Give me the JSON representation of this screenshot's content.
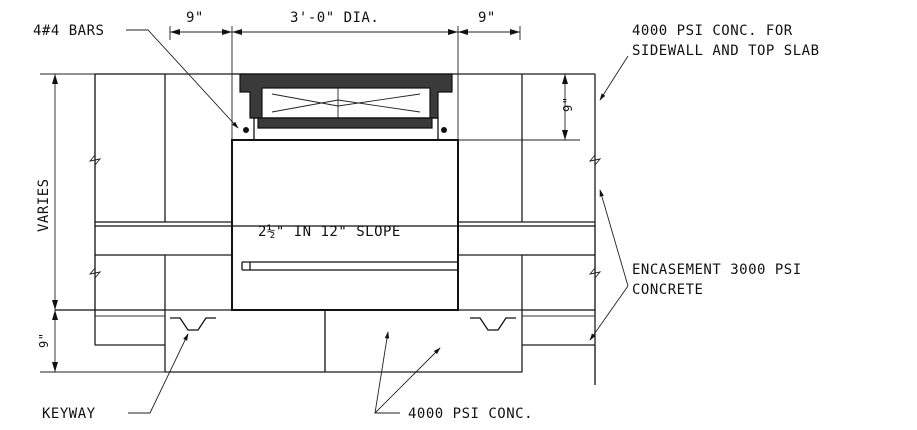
{
  "labels": {
    "bars": "4#4 BARS",
    "dim_left": "9\"",
    "dim_center": "3'-0\" DIA.",
    "dim_right": "9\"",
    "conc_note_1": "4000 PSI CONC. FOR",
    "conc_note_2": "SIDEWALL AND TOP SLAB",
    "dim_slab": "9\"",
    "varies": "VARIES",
    "slope": "2½\" IN 12\" SLOPE",
    "encase_1": "ENCASEMENT 3000 PSI",
    "encase_2": "CONCRETE",
    "dim_bottom": "9\"",
    "keyway": "KEYWAY",
    "base_conc": "4000 PSI CONC."
  },
  "colors": {
    "ink": "#111111",
    "paper": "#ffffff"
  }
}
